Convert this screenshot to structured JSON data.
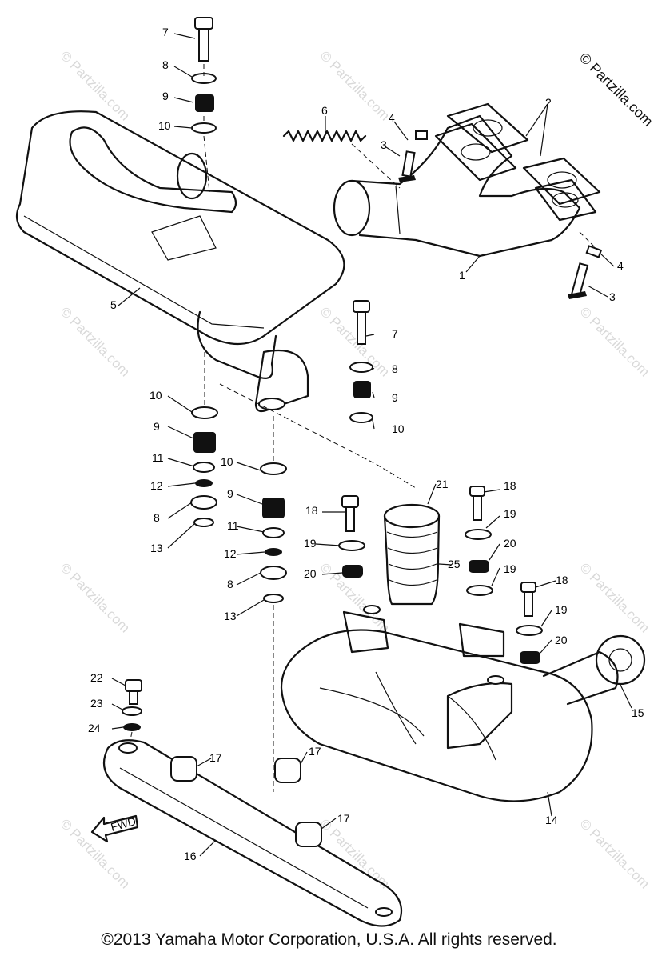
{
  "watermark": "© Partzilla.com",
  "top_watermark": "© Partzilla.com",
  "copyright": "©2013 Yamaha Motor Corporation, U.S.A. All rights reserved.",
  "direction_label": "FWD",
  "callouts": [
    "7",
    "8",
    "9",
    "10",
    "6",
    "4",
    "3",
    "2",
    "1",
    "5",
    "4",
    "3",
    "7",
    "8",
    "9",
    "10",
    "10",
    "9",
    "11",
    "12",
    "8",
    "13",
    "10",
    "9",
    "11",
    "12",
    "8",
    "13",
    "21",
    "25",
    "18",
    "19",
    "20",
    "18",
    "19",
    "20",
    "19",
    "18",
    "19",
    "20",
    "15",
    "22",
    "23",
    "24",
    "17",
    "17",
    "17",
    "16",
    "14"
  ]
}
